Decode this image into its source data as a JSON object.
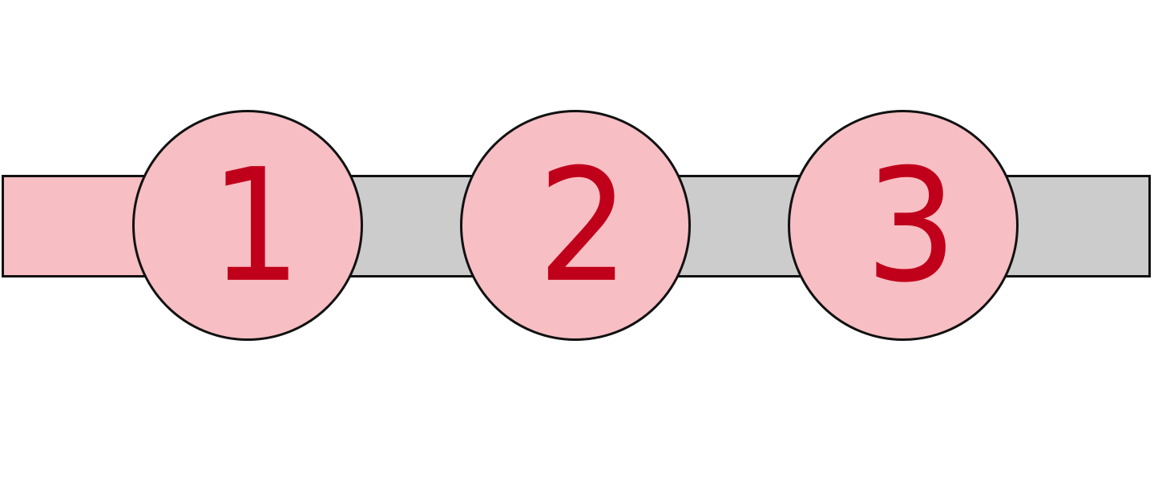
{
  "steps": [
    {
      "label": "1"
    },
    {
      "label": "2"
    },
    {
      "label": "3"
    }
  ],
  "colors": {
    "track": "#cccccc",
    "fill": "#f7bec4",
    "circle": "#f7bec4",
    "number": "#c0001a",
    "outline": "#111111"
  }
}
